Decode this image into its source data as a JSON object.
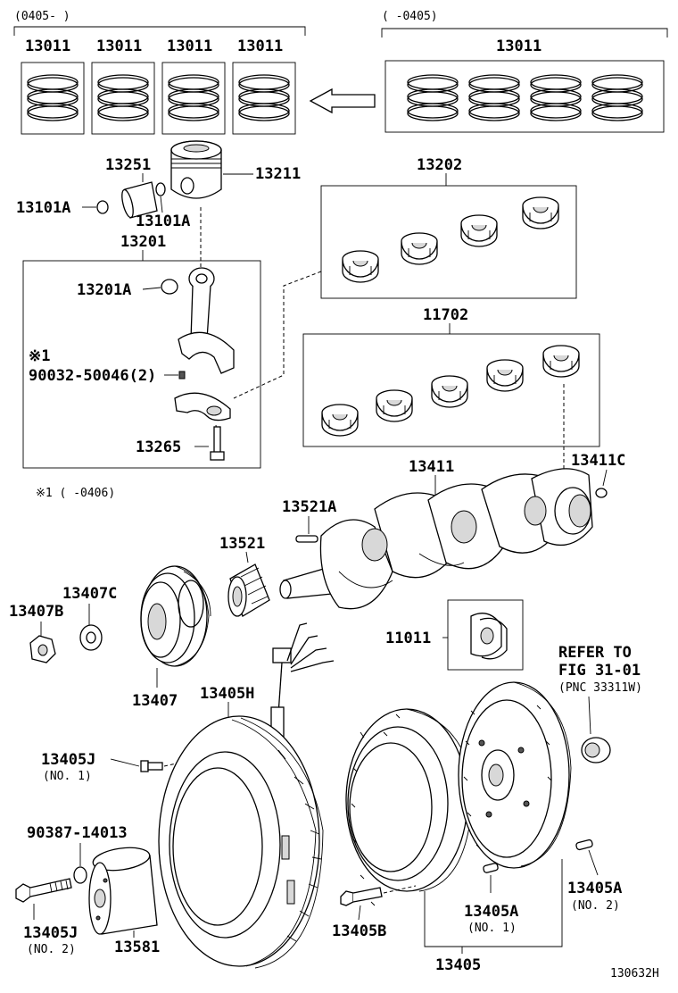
{
  "diagram_id": "130632H",
  "ranges": {
    "left_range": "(0405-      )",
    "right_range": "(      -0405)",
    "footnote": "※1 (      -0406)",
    "footnote_mark": "※1"
  },
  "labels": {
    "ring_set_1": "13011",
    "ring_set_2": "13011",
    "ring_set_3": "13011",
    "ring_set_4": "13011",
    "ring_set_old": "13011",
    "pin": "13251",
    "piston": "13211",
    "snap_ring_left": "13101A",
    "snap_ring_right": "13101A",
    "conrod_assy": "13201",
    "conrod_bushing": "13201A",
    "conrod_bearing_set": "13202",
    "crank_bearing_set": "11702",
    "nut_part": "90032-50046(2)",
    "conrod_bolt": "13265",
    "crankshaft": "13411",
    "crank_plug": "13411C",
    "crank_key": "13521A",
    "crank_gear": "13521",
    "pulley_washer": "13407C",
    "pulley_bolt": "13407B",
    "pulley": "13407",
    "thrust_washer": "11011",
    "refer_line1": "REFER TO",
    "refer_line2": "FIG 31-01",
    "refer_line3": "(PNC 33311W)",
    "flywheel_harness": "13405H",
    "bolt_j1": "13405J",
    "bolt_j1_note": "(NO. 1)",
    "filter_part": "90387-14013",
    "bolt_j2": "13405J",
    "bolt_j2_note": "(NO. 2)",
    "filter": "13581",
    "bolt_b": "13405B",
    "pin_a1": "13405A",
    "pin_a1_note": "(NO. 1)",
    "pin_a2": "13405A",
    "pin_a2_note": "(NO. 2)",
    "flywheel_assy": "13405"
  }
}
